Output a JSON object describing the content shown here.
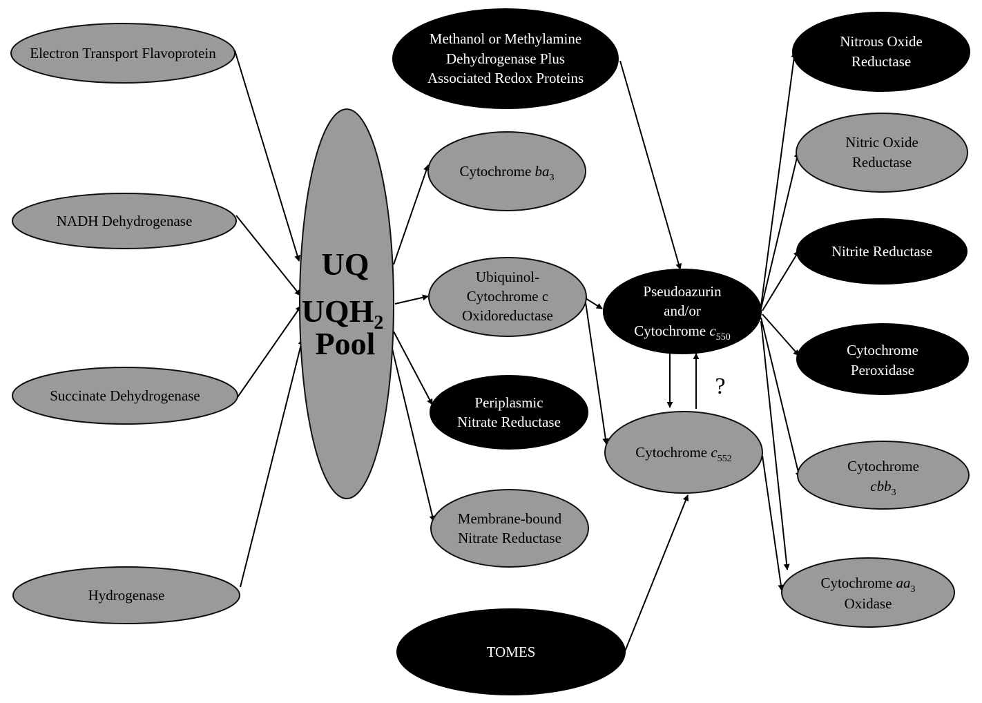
{
  "nodes": {
    "etf": {
      "lines": [
        "Electron Transport Flavoprotein"
      ]
    },
    "nadh": {
      "lines": [
        "NADH Dehydrogenase"
      ]
    },
    "succinate": {
      "lines": [
        "Succinate Dehydrogenase"
      ]
    },
    "hydrogenase": {
      "lines": [
        "Hydrogenase"
      ]
    },
    "pool": {
      "line1": "UQ",
      "line2_main": "UQH",
      "line2_sub": "2",
      "line3": "Pool"
    },
    "methanol": {
      "lines": [
        "Methanol or Methylamine",
        "Dehydrogenase Plus",
        "Associated Redox Proteins"
      ]
    },
    "cyt_ba3": {
      "main": "Cytochrome ",
      "ital": "ba",
      "sub": "3"
    },
    "ubiquinol": {
      "lines": [
        "Ubiquinol-",
        "Cytochrome c",
        "Oxidoreductase"
      ]
    },
    "periplasmic": {
      "lines": [
        "Periplasmic",
        "Nitrate Reductase"
      ]
    },
    "membrane": {
      "lines": [
        "Membrane-bound",
        "Nitrate Reductase"
      ]
    },
    "tomes": {
      "lines": [
        "TOMES"
      ]
    },
    "pseudoazurin": {
      "line1": "Pseudoazurin",
      "line2": "and/or",
      "line3_main": "Cytochrome ",
      "line3_ital": "c",
      "line3_sub": "550"
    },
    "cyt_c552": {
      "main": "Cytochrome ",
      "ital": "c",
      "sub": "552"
    },
    "nitrous": {
      "lines": [
        "Nitrous Oxide",
        "Reductase"
      ]
    },
    "nitric": {
      "lines": [
        "Nitric Oxide",
        "Reductase"
      ]
    },
    "nitrite": {
      "lines": [
        "Nitrite Reductase"
      ]
    },
    "peroxidase": {
      "lines": [
        "Cytochrome",
        "Peroxidase"
      ]
    },
    "cbb3": {
      "line1": "Cytochrome",
      "line2_ital": "cbb",
      "line2_sub": "3"
    },
    "aa3": {
      "line1_main": "Cytochrome ",
      "line1_ital": "aa",
      "line1_sub": "3",
      "line2": "Oxidase"
    }
  },
  "question_mark": "?",
  "colors": {
    "gray_fill": "#9a9a9a",
    "black_fill": "#000000",
    "line": "#000000"
  }
}
